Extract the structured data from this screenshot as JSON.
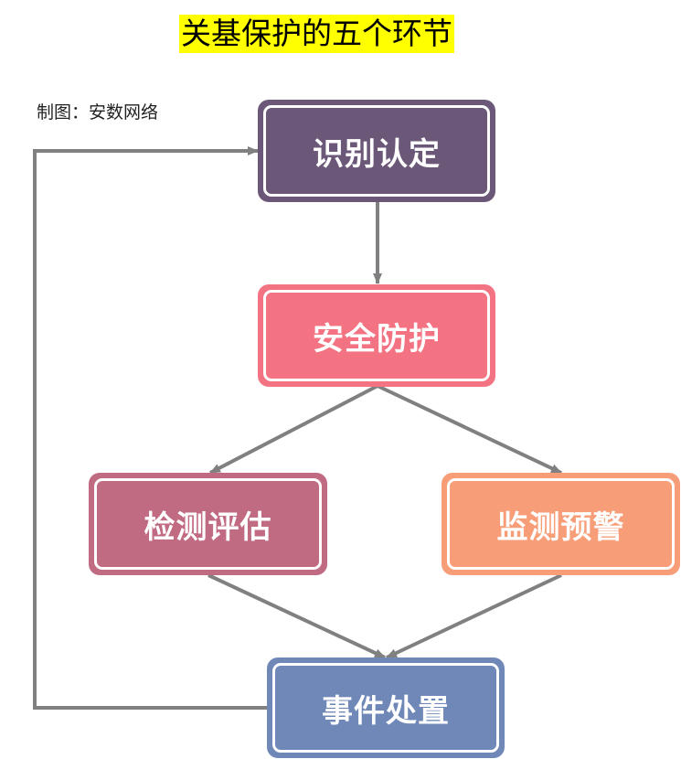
{
  "title": "关基保护的五个环节",
  "credit": "制图：安数网络",
  "nodes": {
    "identify": {
      "label": "识别认定",
      "color": "#6b5778"
    },
    "protect": {
      "label": "安全防护",
      "color": "#f47382"
    },
    "assess": {
      "label": "检测评估",
      "color": "#c16b83"
    },
    "monitor": {
      "label": "监测预警",
      "color": "#f79d78"
    },
    "respond": {
      "label": "事件处置",
      "color": "#6f88b8"
    }
  },
  "colors": {
    "arrow": "#808080",
    "title_highlight": "#ffff00"
  }
}
